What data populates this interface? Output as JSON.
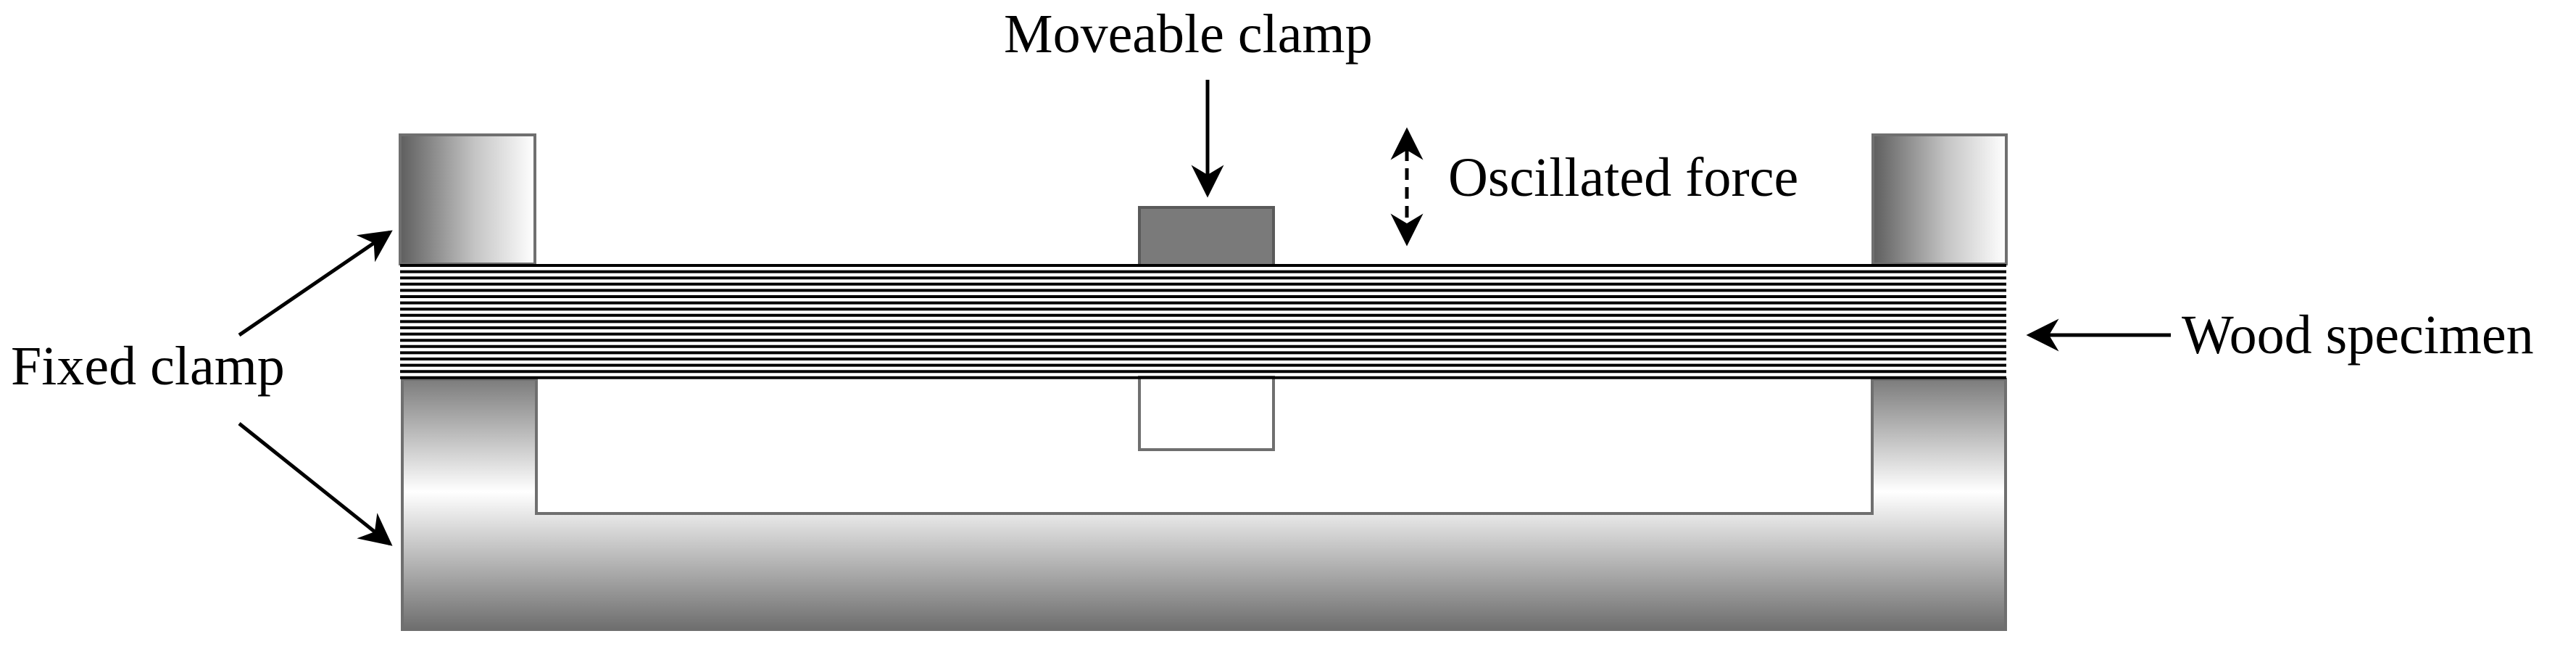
{
  "labels": {
    "moveable_clamp": "Moveable clamp",
    "oscillated_force": "Oscillated force",
    "wood_specimen": "Wood specimen",
    "fixed_clamp": "Fixed clamp"
  },
  "colors": {
    "outline": "#6f6f6f",
    "clamp_dark": "#6a6a6a",
    "clamp_light": "#ffffff",
    "moveable_clamp_fill": "#7a7a7a",
    "specimen_lines": "#000000",
    "arrows": "#000000",
    "background": "#ffffff"
  }
}
